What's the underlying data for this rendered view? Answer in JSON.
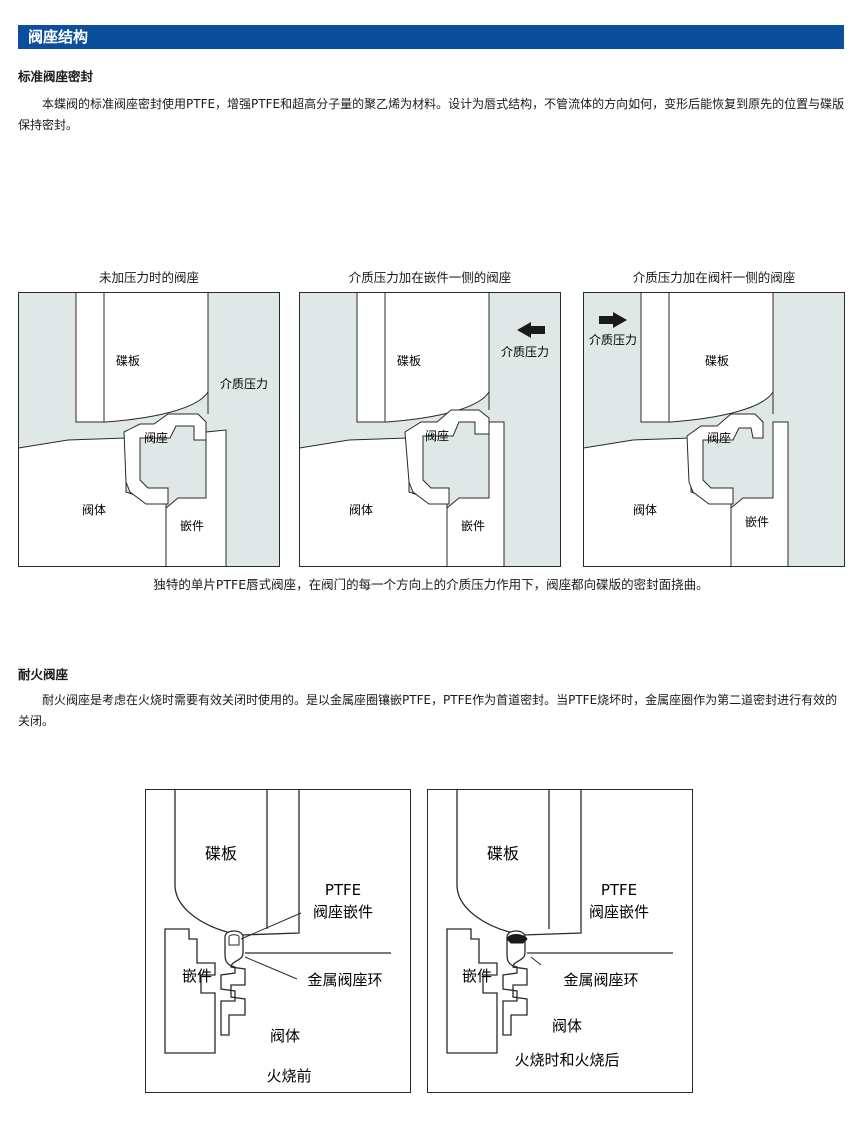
{
  "header": {
    "title": "阀座结构"
  },
  "section1": {
    "heading": "标准阀座密封",
    "paragraph": "本蝶阀的标准阀座密封使用PTFE，增强PTFE和超高分子量的聚乙烯为材料。设计为唇式结构，不管流体的方向如何，变形后能恢复到原先的位置与碟版保持密封。",
    "diagrams": [
      {
        "caption": "未加压力时的阀座",
        "labels": {
          "disc": "碟板",
          "pressure": "介质压力",
          "seat": "阀座",
          "body": "阀体",
          "insert": "嵌件"
        }
      },
      {
        "caption": "介质压力加在嵌件一侧的阀座",
        "labels": {
          "disc": "碟板",
          "pressure": "介质压力",
          "seat": "阀座",
          "body": "阀体",
          "insert": "嵌件"
        }
      },
      {
        "caption": "介质压力加在阀杆一侧的阀座",
        "labels": {
          "disc": "碟板",
          "pressure": "介质压力",
          "seat": "阀座",
          "body": "阀体",
          "insert": "嵌件"
        }
      }
    ],
    "figure_caption": "独特的单片PTFE唇式阀座，在阀门的每一个方向上的介质压力作用下，阀座都向碟版的密封面挠曲。",
    "colors": {
      "medium": "#dfe8e7",
      "line": "#2a2a2a"
    }
  },
  "section2": {
    "heading": "耐火阀座",
    "paragraph": "耐火阀座是考虑在火烧时需要有效关闭时使用的。是以金属座圈镶嵌PTFE，PTFE作为首道密封。当PTFE烧坏时，金属座圈作为第二道密封进行有效的关闭。",
    "diagrams": [
      {
        "caption": "火烧前",
        "labels": {
          "disc": "碟板",
          "ptfe": "PTFE",
          "seat_insert": "阀座嵌件",
          "insert": "嵌件",
          "metal_ring": "金属阀座环",
          "body": "阀体"
        }
      },
      {
        "caption": "火烧时和火烧后",
        "labels": {
          "disc": "碟板",
          "ptfe": "PTFE",
          "seat_insert": "阀座嵌件",
          "insert": "嵌件",
          "metal_ring": "金属阀座环",
          "body": "阀体"
        }
      }
    ]
  }
}
